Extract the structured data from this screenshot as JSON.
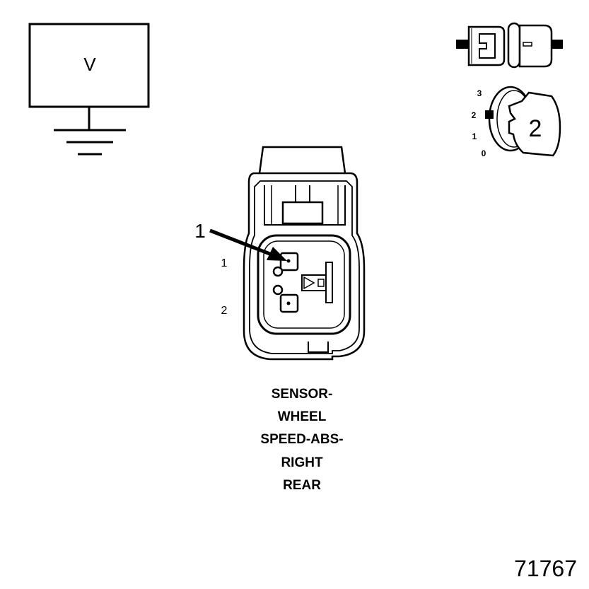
{
  "voltmeter": {
    "symbol": "V"
  },
  "key_switch": {
    "positions": [
      "3",
      "2",
      "1",
      "0"
    ],
    "key_label": "2"
  },
  "connector": {
    "callout": "1",
    "pins": [
      "1",
      "2"
    ]
  },
  "caption": {
    "lines": [
      "SENSOR-",
      "WHEEL",
      "SPEED-ABS-",
      "RIGHT",
      "REAR"
    ]
  },
  "figure_id": "71767"
}
